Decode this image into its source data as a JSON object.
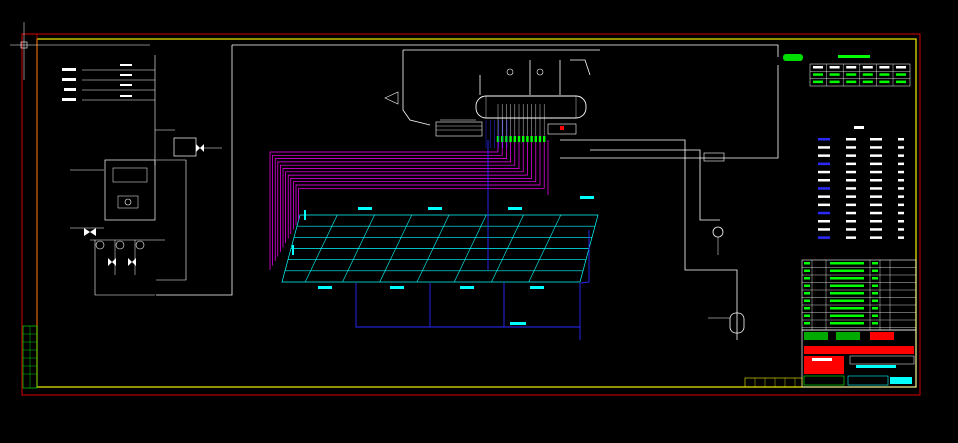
{
  "drawing": {
    "type": "CAD piping schematic (solar water heating system)",
    "colors": {
      "background": "#000000",
      "outer_frame": "#d80000",
      "inner_frame": "#f2f200",
      "piping": "#ffffff",
      "hot_loop": "#ff00ff",
      "collector": "#00ffff",
      "cold_loop": "#2a2aff",
      "valves": "#00ff00",
      "title_red": "#ff0000"
    },
    "collector_rows": 6,
    "collector_columns": 8,
    "manifold_taps": 12,
    "left_inlets": 4,
    "legend_rows": 13,
    "schedule_rows": 9,
    "icons": [
      "ucs-crosshair-icon",
      "circulation-pump-icon",
      "water-tank-icon",
      "pressure-tank-icon",
      "gate-valve-icon",
      "check-valve-icon"
    ]
  }
}
